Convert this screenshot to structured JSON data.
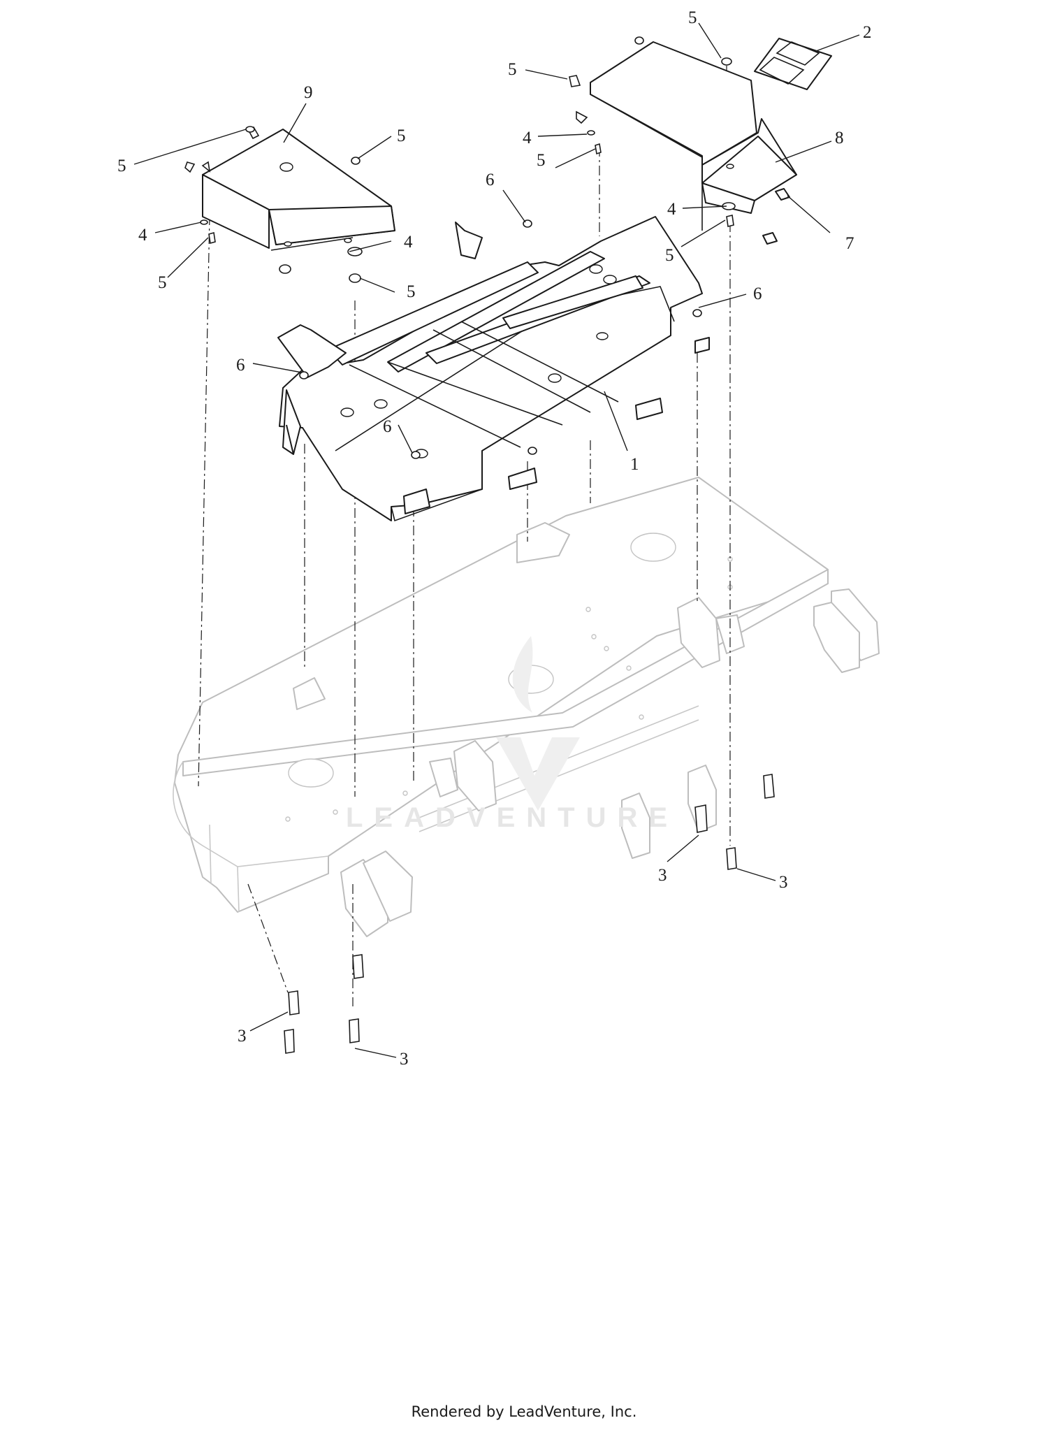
{
  "callouts": [
    {
      "id": "c1",
      "label": "1"
    },
    {
      "id": "c2",
      "label": "2"
    },
    {
      "id": "c3a",
      "label": "3"
    },
    {
      "id": "c3b",
      "label": "3"
    },
    {
      "id": "c3c",
      "label": "3"
    },
    {
      "id": "c3d",
      "label": "3"
    },
    {
      "id": "c4a",
      "label": "4"
    },
    {
      "id": "c4b",
      "label": "4"
    },
    {
      "id": "c4c",
      "label": "4"
    },
    {
      "id": "c4d",
      "label": "4"
    },
    {
      "id": "c5a",
      "label": "5"
    },
    {
      "id": "c5b",
      "label": "5"
    },
    {
      "id": "c5c",
      "label": "5"
    },
    {
      "id": "c5d",
      "label": "5"
    },
    {
      "id": "c5e",
      "label": "5"
    },
    {
      "id": "c5f",
      "label": "5"
    },
    {
      "id": "c5g",
      "label": "5"
    },
    {
      "id": "c5h",
      "label": "5"
    },
    {
      "id": "c6a",
      "label": "6"
    },
    {
      "id": "c6b",
      "label": "6"
    },
    {
      "id": "c6c",
      "label": "6"
    },
    {
      "id": "c6d",
      "label": "6"
    },
    {
      "id": "c7",
      "label": "7"
    },
    {
      "id": "c8",
      "label": "8"
    },
    {
      "id": "c9",
      "label": "9"
    }
  ],
  "watermark": "LEADVENTURE",
  "footer": "Rendered by LeadVenture, Inc."
}
